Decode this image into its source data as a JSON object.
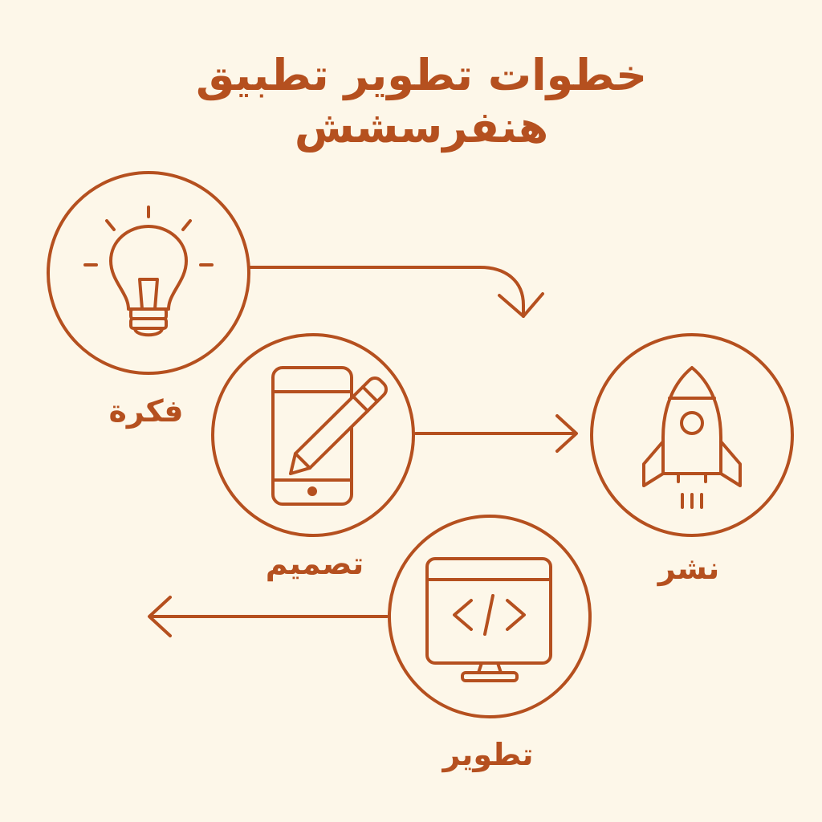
{
  "title": "خطوات تطوير تطبيق هنفرسشش",
  "steps": {
    "idea": {
      "label": "فكرة",
      "icon": "lightbulb-icon"
    },
    "design": {
      "label": "تصميم",
      "icon": "phone-pencil-icon"
    },
    "publish": {
      "label": "نشر",
      "icon": "rocket-icon"
    },
    "develop": {
      "label": "تطوير",
      "icon": "code-monitor-icon"
    }
  },
  "colors": {
    "background": "#FDF7E9",
    "accent": "#B5501F"
  }
}
